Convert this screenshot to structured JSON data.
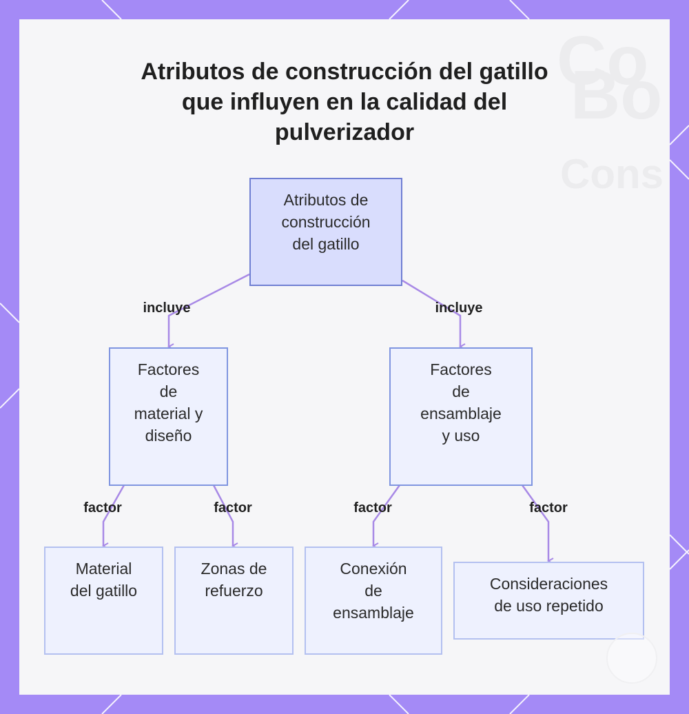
{
  "title": "Atributos de construcción del gatillo que influyen en la calidad del pulverizador",
  "colors": {
    "frame": "#a48af6",
    "edge": "#a889e6",
    "root_fill": "#d9ddfd",
    "node_fill": "#eef1fe",
    "node_border": "#8ea1e6"
  },
  "root": {
    "label": "Atributos de\nconstrucción\ndel gatillo"
  },
  "branches": [
    {
      "edge_label": "incluye",
      "label": "Factores\nde\nmaterial y\ndiseño",
      "children": [
        {
          "edge_label": "factor",
          "label": "Material\ndel gatillo"
        },
        {
          "edge_label": "factor",
          "label": "Zonas de\nrefuerzo"
        }
      ]
    },
    {
      "edge_label": "incluye",
      "label": "Factores\nde\nensamblaje\ny uso",
      "children": [
        {
          "edge_label": "factor",
          "label": "Conexión\nde\nensamblaje"
        },
        {
          "edge_label": "factor",
          "label": "Consideraciones\nde uso repetido"
        }
      ]
    }
  ]
}
